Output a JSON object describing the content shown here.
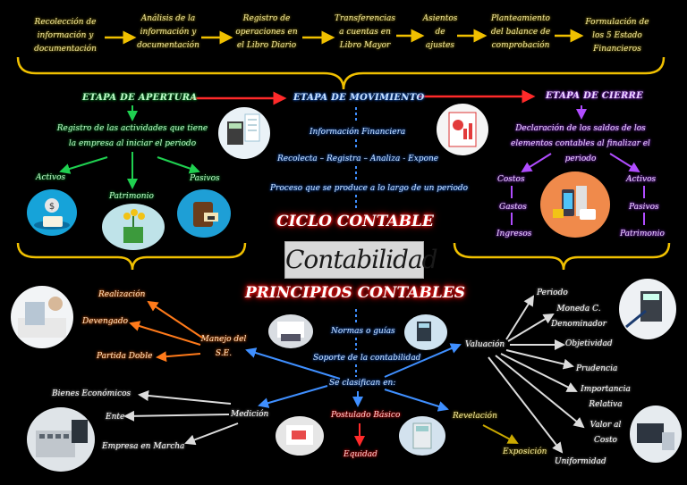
{
  "top_process": [
    "Recolección de información y documentación",
    "Análisis de la información y documentación",
    "Registro de operaciones en el Libro Diario",
    "Transferencias a cuentas en Libro Mayor",
    "Asientos de ajustes",
    "Planteamiento del balance de comprobación",
    "Formulación de los 5 Estado Financieros"
  ],
  "stages": {
    "apertura": {
      "title": "ETAPA DE APERTURA",
      "description": "Registro de las actividades que tiene la empresa al iniciar el periodo",
      "items": [
        "Activos",
        "Patrimonio",
        "Pasivos"
      ]
    },
    "movimiento": {
      "title": "ETAPA DE MOVIMIENTO",
      "info": "Información Financiera",
      "steps": "Recolecta – Registra – Analiza - Expone",
      "process": "Proceso que se produce a lo largo de un periodo"
    },
    "cierre": {
      "title": "ETAPA DE CIERRE",
      "description": "Declaración de los saldos de los elementos contables al finalizar el periodo",
      "left_items": [
        "Costos",
        "Gastos",
        "Ingresos"
      ],
      "right_items": [
        "Activos",
        "Pasivos",
        "Patrimonio"
      ]
    }
  },
  "ciclo_title": "CICLO CONTABLE",
  "brand_text": "Contabilidad",
  "principios_title": "PRINCIPIOS CONTABLES",
  "principios": {
    "normas": "Normas o guías",
    "soporte": "Soporte de la contabilidad",
    "clasifican": "Se clasifican en:",
    "manejo": {
      "label": "Manejo del S.E.",
      "items": [
        "Realización",
        "Devengado",
        "Partida Doble"
      ]
    },
    "medicion": {
      "label": "Medición",
      "items": [
        "Bienes Económicos",
        "Ente",
        "Empresa en Marcha"
      ]
    },
    "postulado": {
      "label": "Postulado Básico",
      "items": [
        "Equidad"
      ]
    },
    "revelacion": {
      "label": "Revelación",
      "items": [
        "Exposición"
      ]
    },
    "valuacion": {
      "label": "Valuación",
      "items": [
        "Periodo",
        "Moneda C. Denominador",
        "Objetividad",
        "Prudencia",
        "Importancia Relativa",
        "Valor al Costo",
        "Uniformidad"
      ]
    }
  },
  "colors": {
    "yellow_arrow": "#f0c000",
    "green": "#1fd050",
    "blue": "#3f8fff",
    "purple": "#b04cff",
    "red": "#ff1a1a",
    "orange": "#ff7a1a",
    "white": "#e8e8e8"
  }
}
